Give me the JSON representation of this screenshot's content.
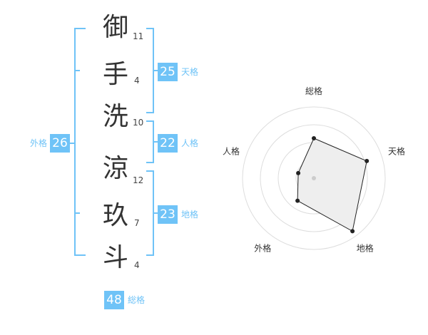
{
  "name": {
    "surname": [
      {
        "char": "御",
        "strokes": "11"
      },
      {
        "char": "手",
        "strokes": "4"
      },
      {
        "char": "洗",
        "strokes": "10"
      }
    ],
    "given": [
      {
        "char": "涼",
        "strokes": "12"
      },
      {
        "char": "玖",
        "strokes": "7"
      },
      {
        "char": "斗",
        "strokes": "4"
      }
    ]
  },
  "kaku": {
    "tenkaku": {
      "value": "25",
      "label": "天格"
    },
    "jinkaku": {
      "value": "22",
      "label": "人格"
    },
    "chikaku": {
      "value": "23",
      "label": "地格"
    },
    "gaikaku": {
      "value": "26",
      "label": "外格"
    },
    "soukaku": {
      "value": "48",
      "label": "総格"
    }
  },
  "radar": {
    "axes": [
      "総格",
      "天格",
      "地格",
      "外格",
      "人格"
    ],
    "rings": 4,
    "values": [
      0.56,
      0.78,
      0.92,
      0.39,
      0.23
    ]
  },
  "colors": {
    "accent": "#6fc3f7",
    "kanji": "#333333",
    "radar_fill": "#eeeeee",
    "radar_line": "#222222"
  }
}
